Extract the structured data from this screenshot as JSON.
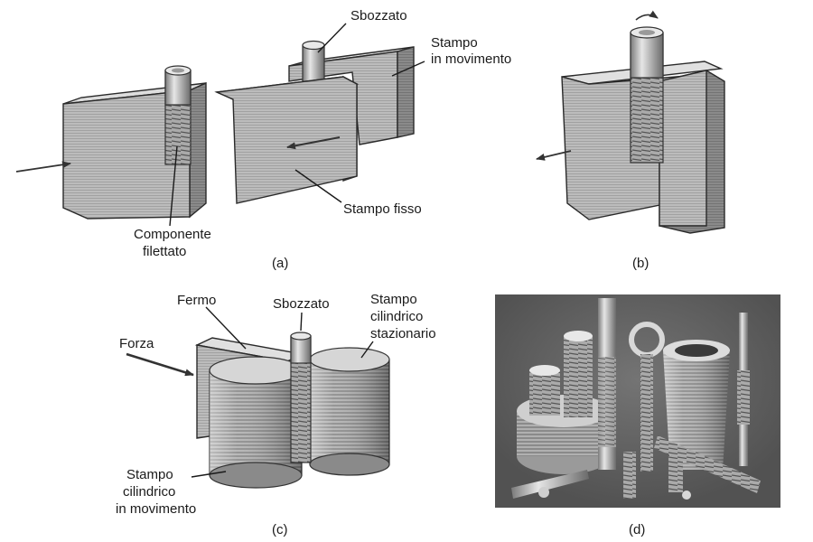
{
  "panels": {
    "a": {
      "caption": "(a)",
      "labels": {
        "blank": "Sbozzato",
        "moving_die_1": "Stampo",
        "moving_die_2": "in movimento",
        "fixed_die": "Stampo fisso",
        "threaded_1": "Componente",
        "threaded_2": "filettato"
      }
    },
    "b": {
      "caption": "(b)"
    },
    "c": {
      "caption": "(c)",
      "labels": {
        "stop": "Fermo",
        "blank": "Sbozzato",
        "stationary_1": "Stampo",
        "stationary_2": "cilindrico",
        "stationary_3": "stazionario",
        "force": "Forza",
        "moving_1": "Stampo",
        "moving_2": "cilindrico",
        "moving_3": "in movimento"
      }
    },
    "d": {
      "caption": "(d)"
    }
  },
  "colors": {
    "die_front": "#bdbdbd",
    "die_side": "#8f8f8f",
    "die_top": "#e2e2e2",
    "photo_bg": "#4a4a4a"
  }
}
